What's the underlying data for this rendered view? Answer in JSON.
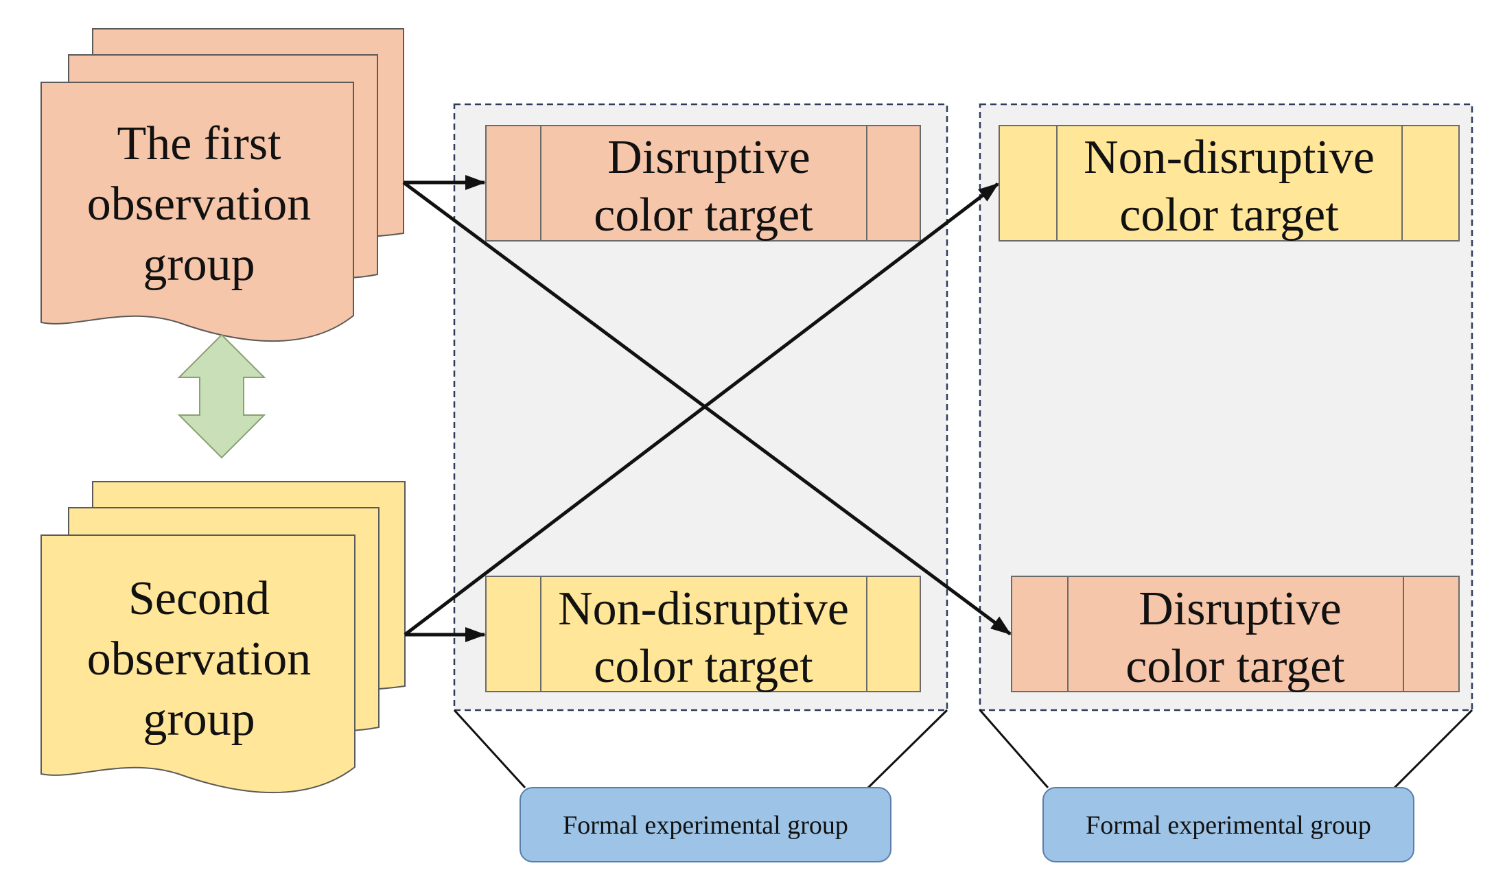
{
  "colors": {
    "salmon": "#F6C6AA",
    "yellow": "#FFE699",
    "panel_fill": "#F1F1F1",
    "panel_border": "#2F3B5C",
    "double_arrow": "#C9DFB7",
    "label_box": "#9DC3E6",
    "arrow": "#111111"
  },
  "groups": {
    "first": {
      "line1": "The first",
      "line2": "observation",
      "line3": "group"
    },
    "second": {
      "line1": "Second",
      "line2": "observation",
      "line3": "group"
    }
  },
  "panels": {
    "left": {
      "top_target": {
        "line1": "Disruptive",
        "line2": "color target"
      },
      "bottom_target": {
        "line1": "Non-disruptive",
        "line2": "color target"
      },
      "label": "Formal experimental group"
    },
    "right": {
      "top_target": {
        "line1": "Non-disruptive",
        "line2": "color target"
      },
      "bottom_target": {
        "line1": "Disruptive",
        "line2": "color target"
      },
      "label": "Formal experimental group"
    }
  },
  "icons": {
    "double_arrow": "up-down-arrow-icon"
  }
}
